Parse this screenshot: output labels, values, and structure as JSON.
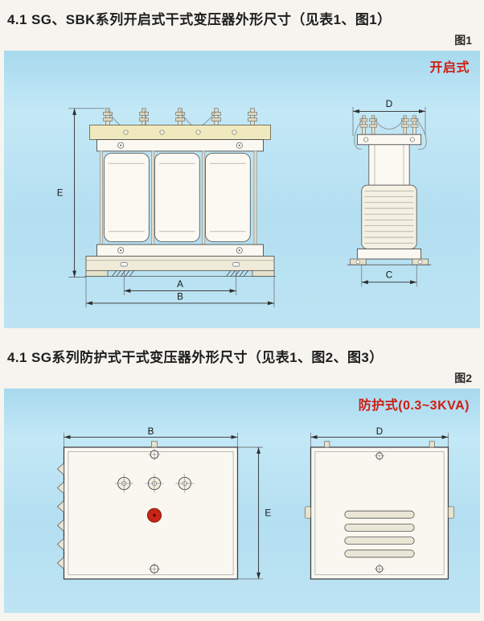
{
  "document": {
    "sections": [
      {
        "heading": "4.1 SG、SBK系列开启式干式变压器外形尺寸（见表1、图1）",
        "figure_caption": "图1",
        "panel_tag": "开启式"
      },
      {
        "heading": "4.1 SG系列防护式干式变压器外形尺寸（见表1、图2、图3）",
        "figure_caption": "图2",
        "panel_tag": "防护式(0.3~3KVA)"
      }
    ]
  },
  "fig1": {
    "front": {
      "dim_height": "E",
      "dim_core_width": "A",
      "dim_base_width": "B"
    },
    "side": {
      "dim_depth": "D",
      "dim_base_depth": "C"
    }
  },
  "fig2": {
    "front": {
      "dim_width": "B",
      "dim_height": "E"
    },
    "side": {
      "dim_depth": "D"
    }
  },
  "colors": {
    "tag_red": "#cf1d12",
    "panel_blue": "#b4dff1",
    "busbar_yellow": "#efe9bd",
    "indicator_red": "#c62617"
  }
}
